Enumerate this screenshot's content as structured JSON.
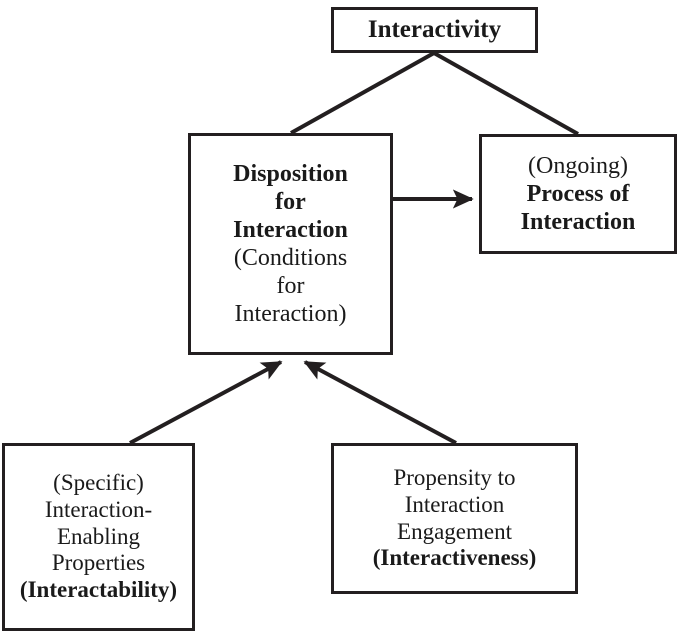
{
  "diagram": {
    "title": "Interactivity concept map",
    "type": "hierarchy",
    "stroke_color": "#231f20",
    "background_color": "#ffffff",
    "nodes": [
      {
        "id": "interactivity",
        "lines": [
          {
            "text": "Interactivity",
            "style": "bold"
          }
        ]
      },
      {
        "id": "disposition",
        "lines": [
          {
            "text": "Disposition",
            "style": "bold"
          },
          {
            "text": "for",
            "style": "bold"
          },
          {
            "text": "Interaction",
            "style": "bold"
          },
          {
            "text": "(Conditions",
            "style": "regular"
          },
          {
            "text": "for",
            "style": "regular"
          },
          {
            "text": "Interaction)",
            "style": "regular"
          }
        ]
      },
      {
        "id": "process",
        "lines": [
          {
            "text": "(Ongoing)",
            "style": "regular"
          },
          {
            "text": "Process of",
            "style": "bold"
          },
          {
            "text": "Interaction",
            "style": "bold"
          }
        ]
      },
      {
        "id": "interactability",
        "lines": [
          {
            "text": "(Specific)",
            "style": "regular"
          },
          {
            "text": "Interaction-",
            "style": "regular"
          },
          {
            "text": "Enabling",
            "style": "regular"
          },
          {
            "text": "Properties",
            "style": "regular"
          },
          {
            "text": "(Interactability)",
            "style": "bold"
          }
        ]
      },
      {
        "id": "interactiveness",
        "lines": [
          {
            "text": "Propensity to",
            "style": "regular"
          },
          {
            "text": "Interaction",
            "style": "regular"
          },
          {
            "text": "Engagement",
            "style": "regular"
          },
          {
            "text": "(Interactiveness)",
            "style": "bold"
          }
        ]
      }
    ],
    "edges": [
      {
        "id": "interactivity-to-disposition",
        "from": "interactivity",
        "to": "disposition",
        "arrowhead": "none"
      },
      {
        "id": "interactivity-to-process",
        "from": "interactivity",
        "to": "process",
        "arrowhead": "none"
      },
      {
        "id": "disposition-to-process",
        "from": "disposition",
        "to": "process",
        "arrowhead": "end"
      },
      {
        "id": "interactability-to-disposition",
        "from": "interactability",
        "to": "disposition",
        "arrowhead": "end"
      },
      {
        "id": "interactiveness-to-disposition",
        "from": "interactiveness",
        "to": "disposition",
        "arrowhead": "end"
      }
    ]
  }
}
